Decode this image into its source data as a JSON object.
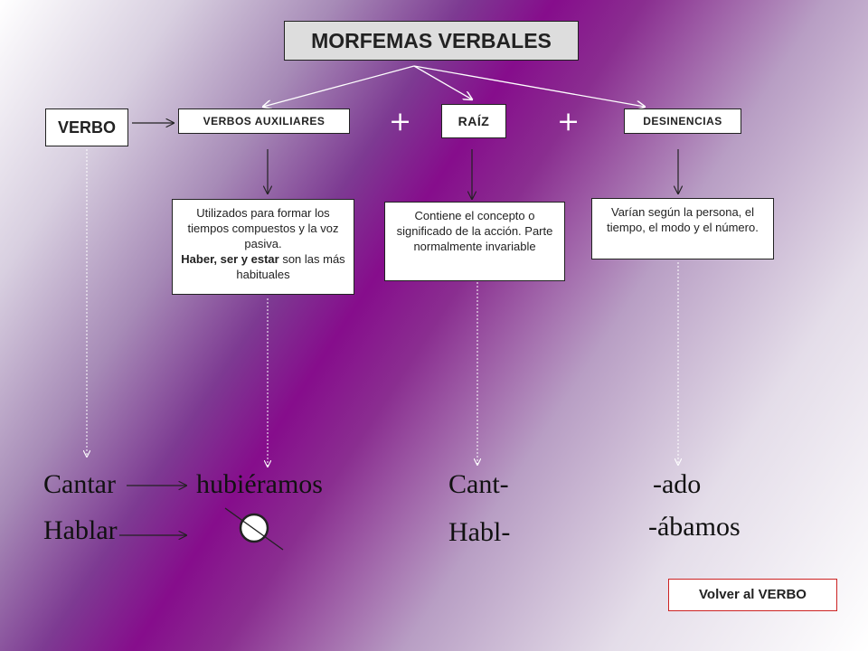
{
  "title": "MORFEMAS VERBALES",
  "verbo_label": "VERBO",
  "aux_label": "VERBOS AUXILIARES",
  "raiz_label": "RAÍZ",
  "des_label": "DESINENCIAS",
  "plus_symbol": "+",
  "aux_note": {
    "line1": "Utilizados para formar los tiempos compuestos y la voz pasiva.",
    "bold": "Haber, ser y estar",
    "rest": " son las más habituales"
  },
  "raiz_note": "Contiene el concepto o significado de la acción. Parte normalmente invariable",
  "des_note": "Varían según la persona, el tiempo, el modo y el número.",
  "examples": {
    "verb1": "Cantar",
    "verb2": "Hablar",
    "aux1": "hubiéramos",
    "root1": "Cant-",
    "root2": "Habl-",
    "ending1": "-ado",
    "ending2": "-ábamos"
  },
  "back_button": "Volver al VERBO",
  "colors": {
    "background_accent": "#860d8c",
    "button_border": "#cc2222"
  }
}
